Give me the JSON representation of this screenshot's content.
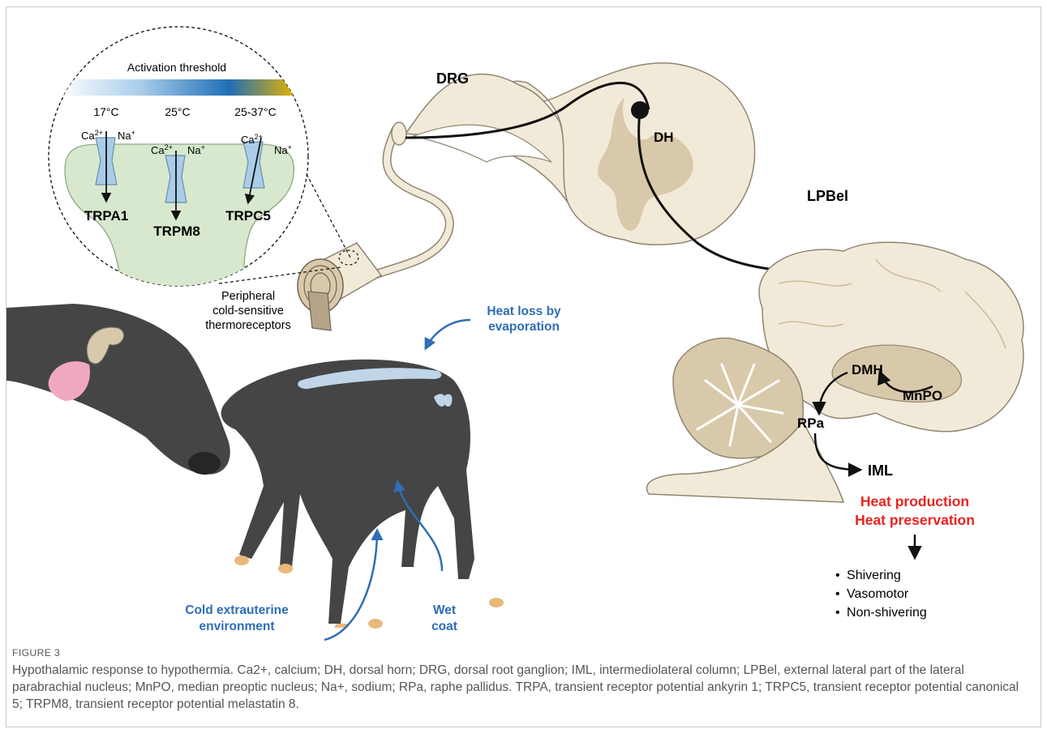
{
  "inset": {
    "threshold_title": "Activation threshold",
    "temps": [
      "17°C",
      "25°C",
      "25-37°C"
    ],
    "ions": {
      "ca": "Ca",
      "ca_sup": "2+",
      "na": "Na",
      "na_sup": "+"
    },
    "channels": [
      "TRPA1",
      "TRPM8",
      "TRPC5"
    ],
    "gradient_colors": [
      "#ffffff",
      "#a9cdea",
      "#1f6fb5",
      "#e8b400"
    ]
  },
  "labels": {
    "drg": "DRG",
    "dh": "DH",
    "lpbel": "LPBel",
    "dmh": "DMH",
    "mnpo": "MnPO",
    "rpa": "RPa",
    "iml": "IML",
    "receptor_line1": "Peripheral",
    "receptor_line2": "cold-sensitive",
    "receptor_line3": "thermoreceptors",
    "evap_line1": "Heat loss by",
    "evap_line2": "evaporation",
    "cold_line1": "Cold extrauterine",
    "cold_line2": "environment",
    "wet_line1": "Wet",
    "wet_line2": "coat"
  },
  "response": {
    "line1": "Heat production",
    "line2": "Heat preservation",
    "bullets": [
      "Shivering",
      "Vasomotor",
      "Non-shivering"
    ]
  },
  "colors": {
    "blue_label": "#2f6db5",
    "red_label": "#e8231f",
    "tissue": "#f2ead8",
    "tissue_dark": "#d9c9ab",
    "channel": "#a9cde8",
    "membrane": "#d7e8cf",
    "animal": "#454545"
  },
  "caption": {
    "title": "FIGURE 3",
    "text": "Hypothalamic response to hypothermia. Ca2+, calcium; DH, dorsal horn; DRG, dorsal root ganglion; IML, intermediolateral column; LPBel, external lateral part of the lateral parabrachial nucleus; MnPO, median preoptic nucleus; Na+, sodium; RPa, raphe pallidus. TRPA, transient receptor potential ankyrin 1; TRPC5, transient receptor potential canonical 5; TRPM8, transient receptor potential melastatin 8."
  }
}
